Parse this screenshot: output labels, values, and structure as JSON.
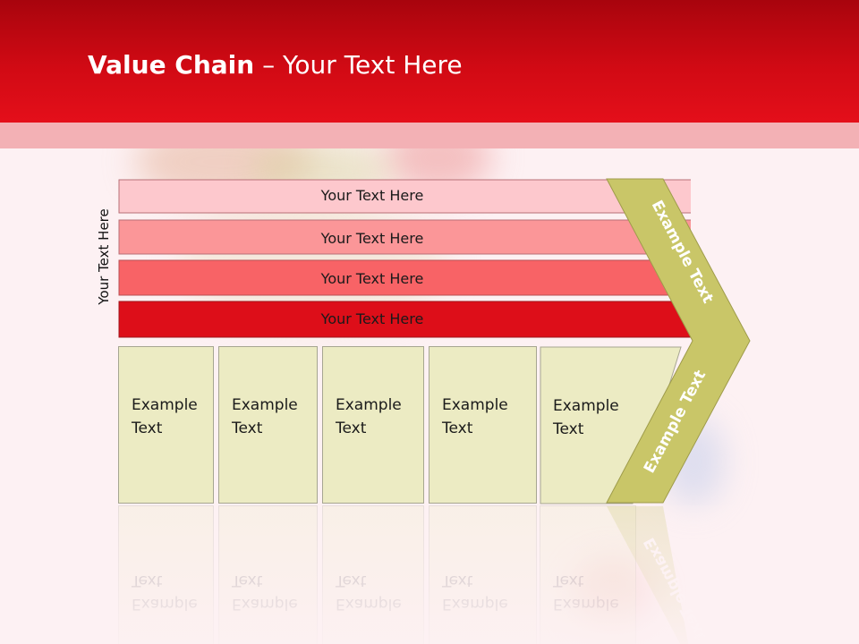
{
  "title": {
    "bold": "Value Chain",
    "rest": " – Your Text Here"
  },
  "side_label": "Your Text Here",
  "bars": [
    {
      "label": "Your Text Here",
      "color": "#fdc8cd"
    },
    {
      "label": "Your Text Here",
      "color": "#fb9698"
    },
    {
      "label": "Your Text Here",
      "color": "#f86366"
    },
    {
      "label": "Your Text Here",
      "color": "#dd0e19"
    }
  ],
  "boxes": [
    {
      "line1": "Example",
      "line2": "Text"
    },
    {
      "line1": "Example",
      "line2": "Text"
    },
    {
      "line1": "Example",
      "line2": "Text"
    },
    {
      "line1": "Example",
      "line2": "Text"
    },
    {
      "line1": "Example",
      "line2": "Text"
    }
  ],
  "chevron": {
    "upper_label": "Example Text",
    "lower_label": "Example Text",
    "color": "#c9c668"
  },
  "colors": {
    "header": "#d10a14",
    "band": "#f3b1b5",
    "box_fill": "#ecebc3"
  }
}
